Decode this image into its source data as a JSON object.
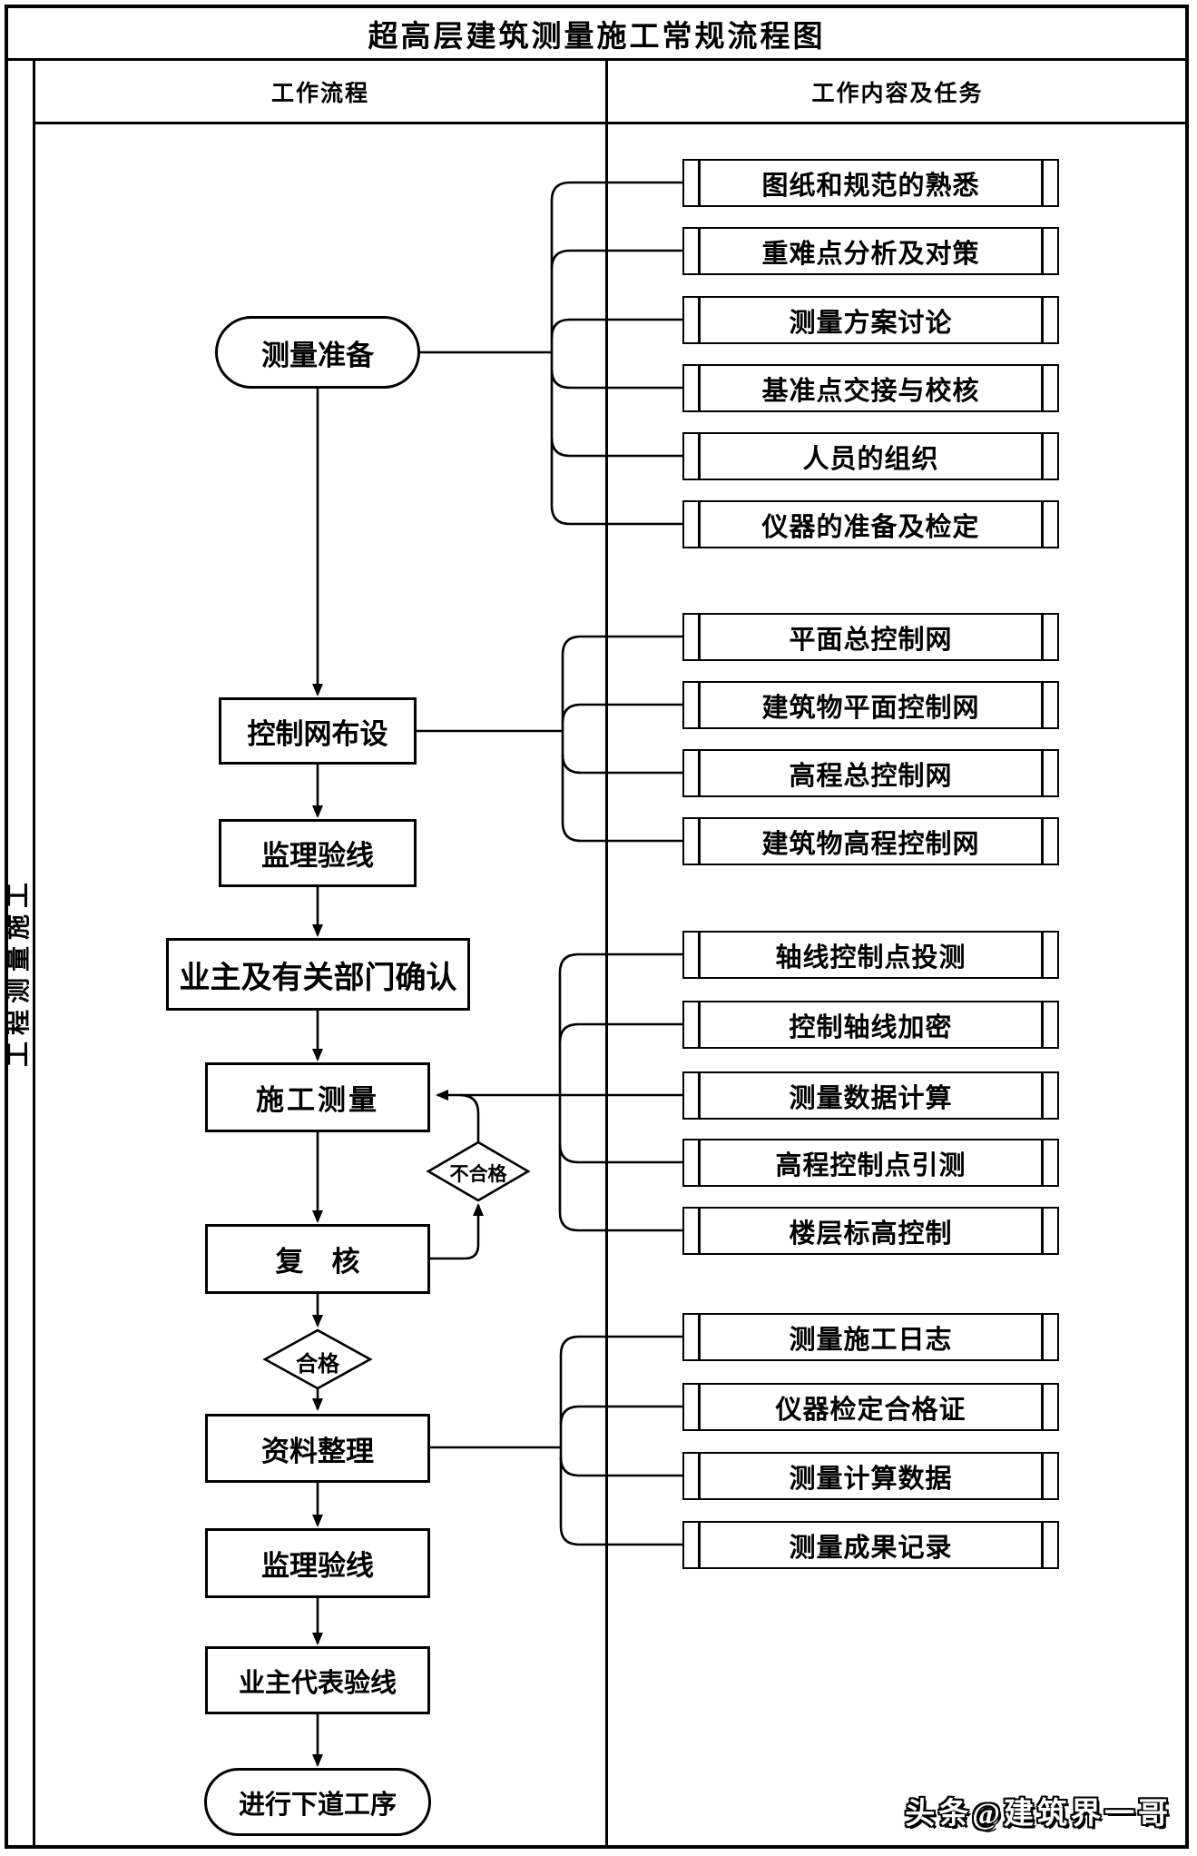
{
  "title": "超高层建筑测量施工常规流程图",
  "sidebar": {
    "label": "工程测量施工"
  },
  "columns": {
    "left_header": "工作流程",
    "right_header": "工作内容及任务"
  },
  "flow": {
    "prepare": "测量准备",
    "control_network": "控制网布设",
    "supervision_check_1": "监理验线",
    "owner_departments_confirm": "业主及有关部门确认",
    "construction_survey": "施工测量",
    "review": "复　核",
    "fail_label": "不合格",
    "pass_label": "合格",
    "data_arrangement": "资料整理",
    "supervision_check_2": "监理验线",
    "owner_representative_check": "业主代表验线",
    "next_process": "进行下道工序"
  },
  "groups": [
    {
      "items": [
        "图纸和规范的熟悉",
        "重难点分析及对策",
        "测量方案讨论",
        "基准点交接与校核",
        "人员的组织",
        "仪器的准备及检定"
      ]
    },
    {
      "items": [
        "平面总控制网",
        "建筑物平面控制网",
        "高程总控制网",
        "建筑物高程控制网"
      ]
    },
    {
      "items": [
        "轴线控制点投测",
        "控制轴线加密",
        "测量数据计算",
        "高程控制点引测",
        "楼层标高控制"
      ]
    },
    {
      "items": [
        "测量施工日志",
        "仪器检定合格证",
        "测量计算数据",
        "测量成果记录"
      ]
    }
  ],
  "watermark": "头条@建筑界一哥"
}
